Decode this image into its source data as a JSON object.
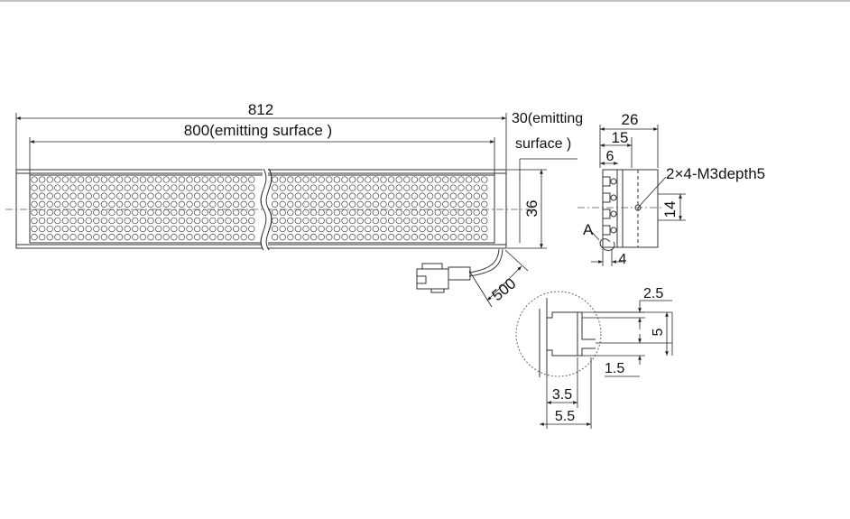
{
  "drawing": {
    "front": {
      "overall_length": "812",
      "emitting_length": "800(emitting surface )",
      "height": "36",
      "cable_length": "500",
      "emitting_width_line1": "30(emitting",
      "emitting_width_line2": "surface )"
    },
    "side": {
      "width": "26",
      "inner_width": "15",
      "offset": "6",
      "thread_spec": "2×4-M3depth5",
      "hole_pitch": "14",
      "bottom": "4",
      "detail_marker": "A"
    },
    "detail": {
      "slot_top": "2.5",
      "slot_height": "5",
      "slot_bottom": "1.5",
      "slot_width": "3.5",
      "outer_width": "5.5"
    }
  },
  "colors": {
    "line": "#333333",
    "background": "#ffffff"
  }
}
